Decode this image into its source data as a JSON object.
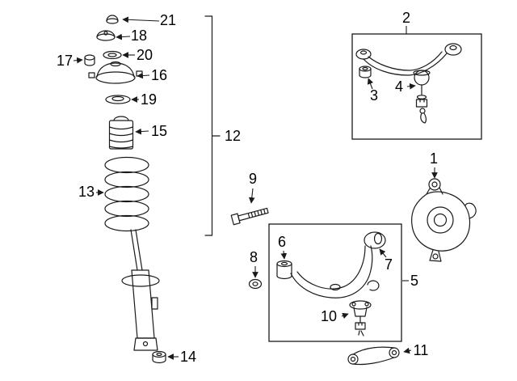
{
  "diagram": {
    "colors": {
      "background": "#ffffff",
      "line": "#1a1a1a",
      "label_text": "#000000"
    },
    "callouts": {
      "c1": {
        "label": "1"
      },
      "c2": {
        "label": "2"
      },
      "c3": {
        "label": "3"
      },
      "c4": {
        "label": "4"
      },
      "c5": {
        "label": "5"
      },
      "c6": {
        "label": "6"
      },
      "c7": {
        "label": "7"
      },
      "c8": {
        "label": "8"
      },
      "c9": {
        "label": "9"
      },
      "c10": {
        "label": "10"
      },
      "c11": {
        "label": "11"
      },
      "c12": {
        "label": "12"
      },
      "c13": {
        "label": "13"
      },
      "c14": {
        "label": "14"
      },
      "c15": {
        "label": "15"
      },
      "c16": {
        "label": "16"
      },
      "c17": {
        "label": "17"
      },
      "c18": {
        "label": "18"
      },
      "c19": {
        "label": "19"
      },
      "c20": {
        "label": "20"
      },
      "c21": {
        "label": "21"
      }
    }
  }
}
